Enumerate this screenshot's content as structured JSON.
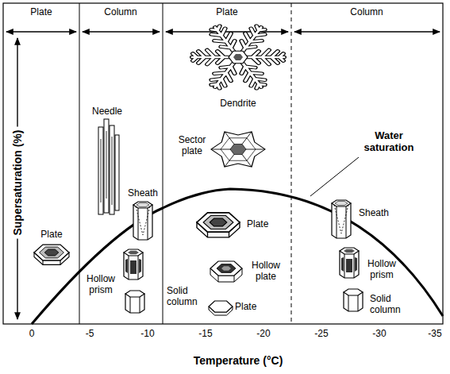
{
  "diagram": {
    "labels": [
      "Plate",
      "Column",
      "Plate",
      "Column",
      "Needle",
      "Dendrite",
      "Sector plate",
      "Water saturation",
      "Sheath",
      "Plate",
      "Plate",
      "Sheath",
      "Hollow prism",
      "Hollow plate",
      "Hollow prism",
      "Solid column",
      "Plate",
      "Solid column",
      "Supersaturation (%)",
      "Temperature (°C)",
      "0",
      "-5",
      "-10",
      "-15",
      "-20",
      "-25",
      "-30",
      "-35"
    ]
  }
}
